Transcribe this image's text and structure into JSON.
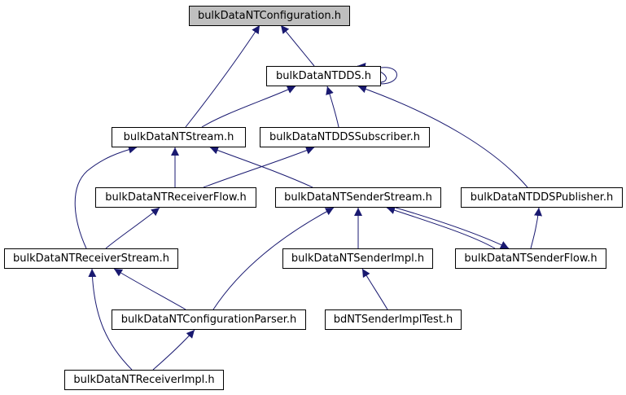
{
  "diagram": {
    "colors": {
      "edge": "#191970",
      "root_fill": "#bfbfbf",
      "node_fill": "#ffffff",
      "node_border": "#000000"
    },
    "nodes": {
      "config": {
        "label": "bulkDataNTConfiguration.h",
        "highlighted": true
      },
      "dds": {
        "label": "bulkDataNTDDS.h"
      },
      "stream": {
        "label": "bulkDataNTStream.h"
      },
      "ddsSubscriber": {
        "label": "bulkDataNTDDSSubscriber.h"
      },
      "receiverFlow": {
        "label": "bulkDataNTReceiverFlow.h"
      },
      "senderStream": {
        "label": "bulkDataNTSenderStream.h"
      },
      "ddsPublisher": {
        "label": "bulkDataNTDDSPublisher.h"
      },
      "receiverStream": {
        "label": "bulkDataNTReceiverStream.h"
      },
      "senderImpl": {
        "label": "bulkDataNTSenderImpl.h"
      },
      "senderFlow": {
        "label": "bulkDataNTSenderFlow.h"
      },
      "configParser": {
        "label": "bulkDataNTConfigurationParser.h"
      },
      "senderImplTest": {
        "label": "bdNTSenderImplTest.h"
      },
      "receiverImpl": {
        "label": "bulkDataNTReceiverImpl.h"
      }
    },
    "edges": [
      {
        "from": "dds",
        "to": "config"
      },
      {
        "from": "dds",
        "to": "dds"
      },
      {
        "from": "stream",
        "to": "config"
      },
      {
        "from": "stream",
        "to": "dds"
      },
      {
        "from": "ddsSubscriber",
        "to": "dds"
      },
      {
        "from": "ddsPublisher",
        "to": "dds"
      },
      {
        "from": "receiverFlow",
        "to": "stream"
      },
      {
        "from": "receiverFlow",
        "to": "ddsSubscriber"
      },
      {
        "from": "senderStream",
        "to": "stream"
      },
      {
        "from": "receiverStream",
        "to": "stream"
      },
      {
        "from": "receiverStream",
        "to": "receiverFlow"
      },
      {
        "from": "senderImpl",
        "to": "senderStream"
      },
      {
        "from": "senderFlow",
        "to": "senderStream"
      },
      {
        "from": "senderStream",
        "to": "senderFlow"
      },
      {
        "from": "senderFlow",
        "to": "ddsPublisher"
      },
      {
        "from": "configParser",
        "to": "senderStream"
      },
      {
        "from": "configParser",
        "to": "receiverStream"
      },
      {
        "from": "senderImplTest",
        "to": "senderImpl"
      },
      {
        "from": "receiverImpl",
        "to": "receiverStream"
      },
      {
        "from": "receiverImpl",
        "to": "configParser"
      }
    ]
  }
}
